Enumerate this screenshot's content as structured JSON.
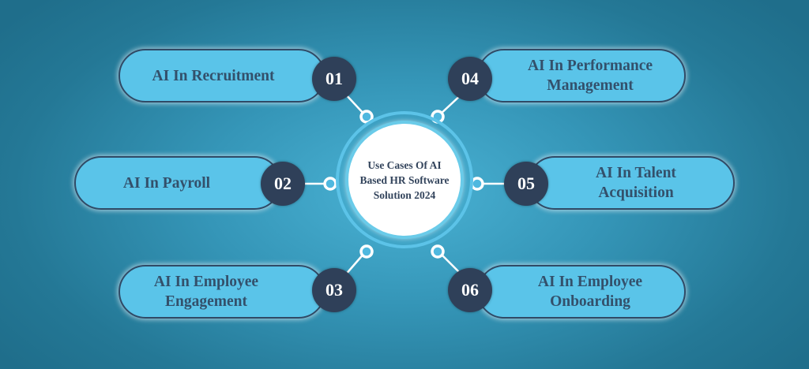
{
  "diagram": {
    "center_title": "Use Cases Of AI Based HR Software Solution 2024",
    "items": [
      {
        "number": "01",
        "label": "AI In Recruitment"
      },
      {
        "number": "02",
        "label": "AI In Payroll"
      },
      {
        "number": "03",
        "label": "AI In Employee Engagement"
      },
      {
        "number": "04",
        "label": "AI In Performance Management"
      },
      {
        "number": "05",
        "label": "AI In Talent Acquisition"
      },
      {
        "number": "06",
        "label": "AI In Employee Onboarding"
      }
    ],
    "colors": {
      "background": "#247896",
      "pill_fill": "#5ac4e9",
      "pill_border": "#2f4a66",
      "badge_fill": "#2f4059",
      "text_dark": "#33506b",
      "center_fill": "#ffffff",
      "ring": "#5cc3e8"
    }
  }
}
